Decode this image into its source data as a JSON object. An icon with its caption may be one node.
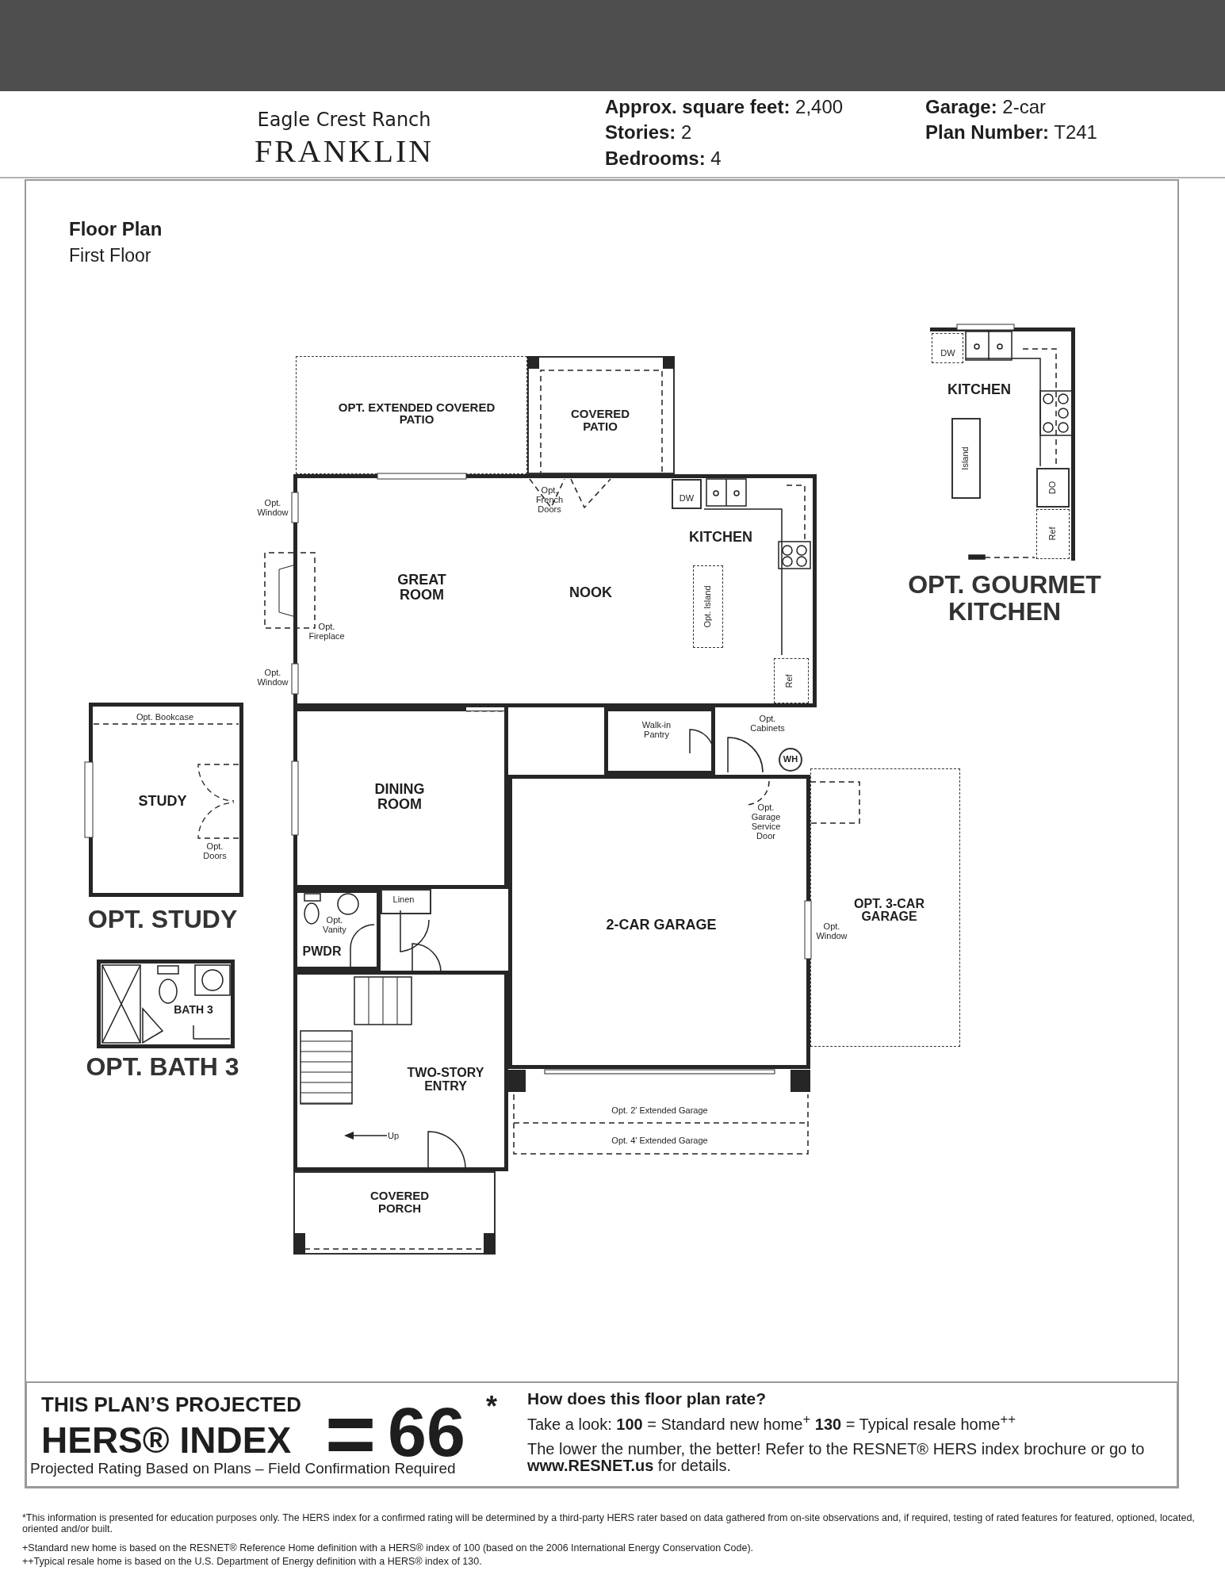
{
  "diagram": {
    "nodes": [
      {
        "text": [
          "OPT. EXTENDED COVERED PATIO"
        ]
      },
      {
        "text": [
          "COVERED PATIO"
        ]
      },
      {
        "text": [
          "GREAT ROOM",
          "NOOK",
          "KITCHEN"
        ]
      },
      {
        "text": [
          "Opt. Island"
        ],
        "in": 2
      },
      {
        "text": [
          "DW"
        ],
        "in": 2
      },
      {
        "text": [
          "Ref"
        ],
        "in": 2
      },
      {
        "text": [
          "DINING ROOM"
        ]
      },
      {
        "text": [
          "Walk-in Pantry"
        ]
      },
      {
        "text": [
          "WH"
        ]
      },
      {
        "text": [
          "2-CAR GARAGE"
        ]
      },
      {
        "text": [
          "OPT. 3-CAR GARAGE"
        ]
      },
      {
        "text": [
          "Linen"
        ]
      },
      {
        "text": [
          "PWDR"
        ]
      },
      {
        "text": [
          "TWO-STORY ENTRY"
        ]
      },
      {
        "text": [
          "COVERED PORCH"
        ]
      },
      {
        "text": [
          "STUDY"
        ],
        "beside": [
          "OPT. STUDY"
        ]
      },
      {
        "text": [
          "BATH 3"
        ],
        "beside": [
          "OPT. BATH 3"
        ]
      },
      {
        "text": [
          "KITCHEN"
        ],
        "beside": [
          "OPT. GOURMET KITCHEN"
        ]
      },
      {
        "text": [
          "DW"
        ],
        "in": 17
      },
      {
        "text": [
          "Island"
        ],
        "in": 17
      },
      {
        "text": [
          "DO"
        ],
        "in": 17
      },
      {
        "text": [
          "Ref"
        ],
        "in": 17
      },
      {
        "text": [
          "THIS PLAN’S PROJECTED",
          "HERS® INDEX",
          "=",
          "66",
          "*",
          "Projected Rating Based on Plans – Field Confirmation Required",
          "How does this floor plan rate?",
          "Take a look: **100** = Standard new home$^{+}$ **130** = Typical resale home$^{++}$",
          "The lower the number, the better! Refer to the RESNET® HERS index brochure or go to **www.RESNET.us** for details."
        ]
      }
    ],
    "labels": [
      "Eagle Crest Ranch",
      "FRANKLIN",
      "**Approx. square feet:** 2,400",
      "**Garage:** 2-car",
      "**Stories:** 2",
      "**Plan Number:** T241",
      "**Bedrooms:** 4",
      "Floor Plan",
      "First Floor",
      "Opt. Window",
      "Opt. French Doors",
      "Opt. Fireplace",
      "Opt. Window",
      "Opt. Bookcase",
      "Opt. Cabinets",
      "Opt. Garage Service Door",
      "Opt. Doors",
      "Opt. Vanity",
      "Opt. Window",
      "Opt. 2' Extended Garage",
      "Up",
      "Opt. 4' Extended Garage",
      "*This information is presented for education purposes only. The HERS index for a confirmed rating will be determined by a third-party HERS rater based on data gathered from on-site observations and, if required, testing of rated features for featured, optioned, located, oriented and/or built.",
      "+Standard new home is based on the RESNET® Reference Home definition with a HERS® index of 100 (based on the 2006 International Energy Conservation Code).",
      "++Typical resale home is based on the U.S. Department of Energy definition with a HERS® index of 130."
    ]
  }
}
